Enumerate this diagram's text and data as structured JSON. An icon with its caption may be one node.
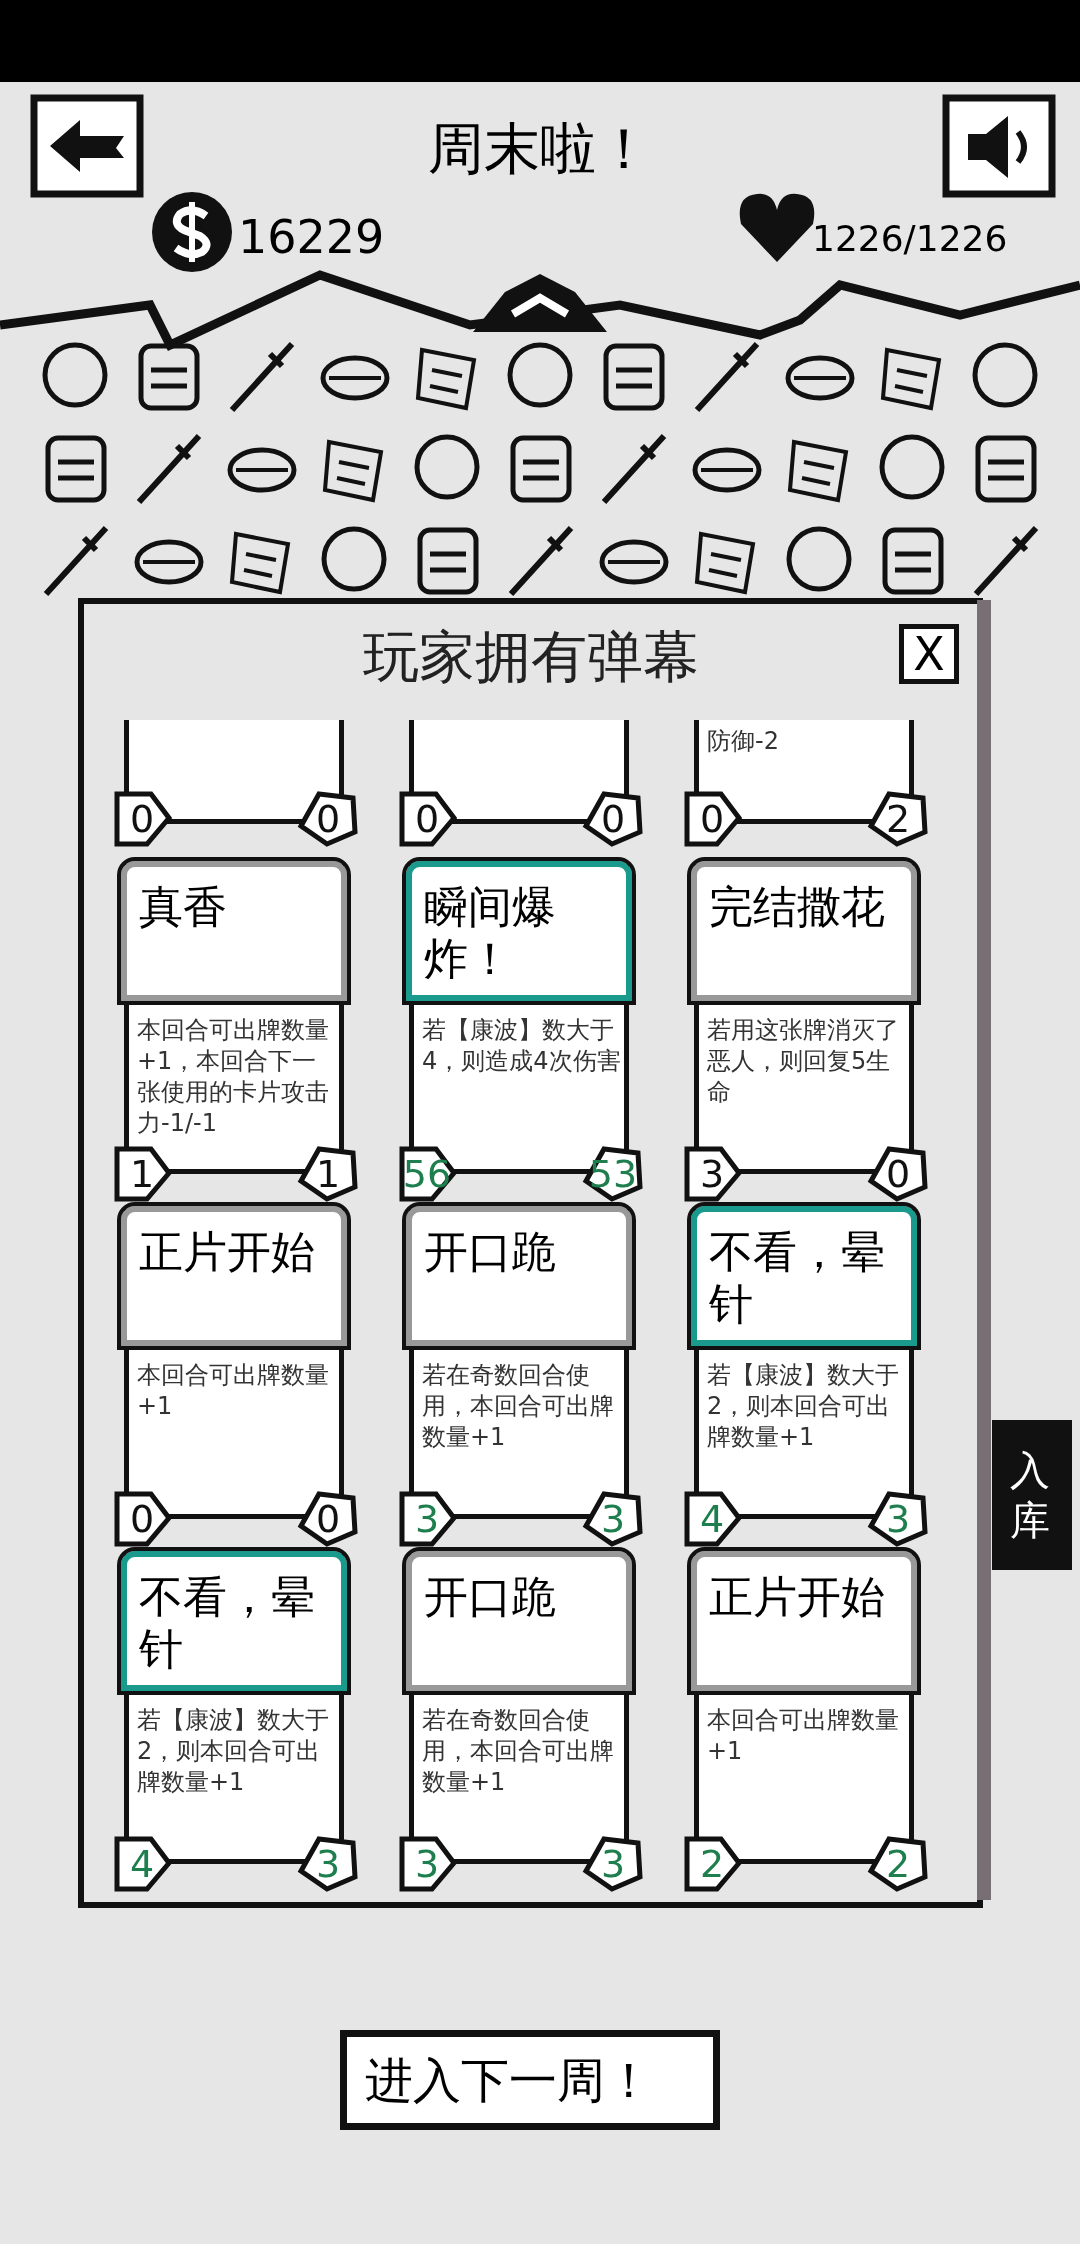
{
  "diagram": {
    "title": "周末啦！",
    "nodes": [
      {
        "text": [
          "玩家拥有弹幕"
        ]
      },
      {
        "text": [
          "X"
        ],
        "in": 0
      },
      {
        "text": [
          "0",
          "0"
        ],
        "in": 0
      },
      {
        "text": [
          "0",
          "0"
        ],
        "in": 0
      },
      {
        "text": [
          "防御-2",
          "0",
          "2"
        ],
        "in": 0
      },
      {
        "text": [
          "真香",
          "本回合可出牌数量+1，本回合下一张使用的卡片攻击力-1/-1",
          "1",
          "1"
        ],
        "in": 0
      },
      {
        "text": [
          "瞬间爆炸！",
          "若【康波】数大于4，则造成4次伤害",
          "56",
          "53"
        ],
        "in": 0
      },
      {
        "text": [
          "完结撒花",
          "若用这张牌消灭了恶人，则回复5生命",
          "3",
          "0"
        ],
        "in": 0
      },
      {
        "text": [
          "正片开始",
          "本回合可出牌数量+1",
          "0",
          "0"
        ],
        "in": 0
      },
      {
        "text": [
          "开口跪",
          "若在奇数回合使用，本回合可出牌数量+1",
          "3",
          "3"
        ],
        "in": 0
      },
      {
        "text": [
          "不看，晕针",
          "若【康波】数大于2，则本回合可出牌数量+1",
          "4",
          "3"
        ],
        "in": 0
      },
      {
        "text": [
          "不看，晕针",
          "若【康波】数大于2，则本回合可出牌数量+1",
          "4",
          "3"
        ],
        "in": 0
      },
      {
        "text": [
          "开口跪",
          "若在奇数回合使用，本回合可出牌数量+1",
          "3",
          "3"
        ],
        "in": 0
      },
      {
        "text": [
          "正片开始",
          "本回合可出牌数量+1",
          "2",
          "2"
        ],
        "in": 0
      },
      {
        "text": [
          "进入下一周！"
        ]
      }
    ],
    "labels": [
      "16229",
      "1226/1226",
      "入库"
    ]
  }
}
